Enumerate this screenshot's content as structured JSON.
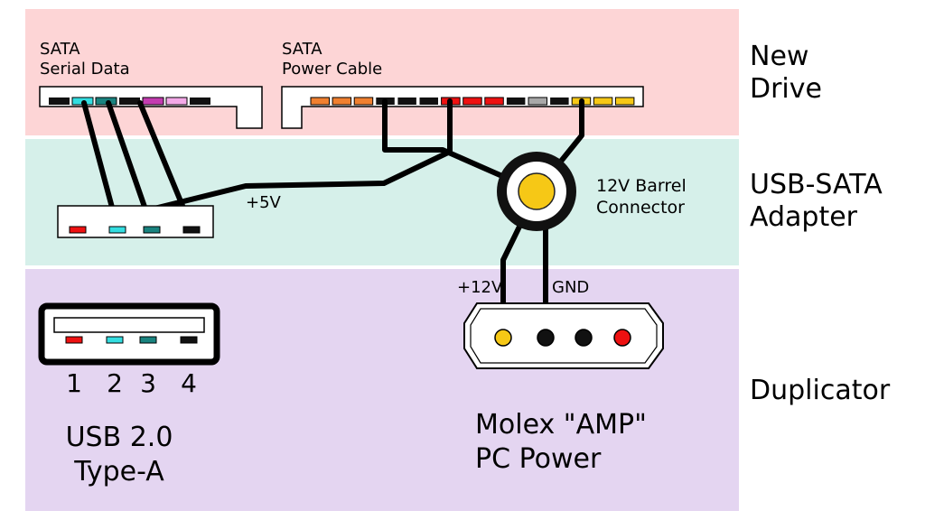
{
  "zones": {
    "new_drive": "New\nDrive",
    "usb_sata_adapter": "USB-SATA\nAdapter",
    "duplicator": "Duplicator"
  },
  "labels": {
    "sata_data": "SATA\nSerial Data",
    "sata_power": "SATA\nPower Cable",
    "barrel": "12V Barrel\nConnector",
    "plus5v": "+5V",
    "plus12v": "+12V",
    "gnd": "GND",
    "usb_type": "USB 2.0\nType-A",
    "molex": "Molex \"AMP\"\nPC Power"
  },
  "usb_pin_numbers": [
    "1",
    "2",
    "3",
    "4"
  ],
  "colors": {
    "drive_zone": "#fdd5d6",
    "adapter_zone": "#d6f0ea",
    "duplicator_zone": "#e4d5f1",
    "black": "#111111",
    "cyan": "#33dde0",
    "teal": "#19837f",
    "magenta": "#c33cb0",
    "pink": "#f4a9e8",
    "orange": "#f08030",
    "red": "#ee1111",
    "gray": "#a8a8a8",
    "yellow": "#f6c816"
  },
  "sata_data_pins": [
    "black",
    "cyan",
    "teal",
    "black",
    "magenta",
    "pink",
    "black"
  ],
  "sata_power_pins": [
    "orange",
    "orange",
    "orange",
    "black",
    "black",
    "black",
    "red",
    "red",
    "red",
    "black",
    "gray",
    "black",
    "yellow",
    "yellow",
    "yellow"
  ],
  "adapter_pins": [
    "red",
    "cyan",
    "teal",
    "black"
  ],
  "usb_pins": [
    "red",
    "cyan",
    "teal",
    "black"
  ],
  "molex_pins": [
    "yellow",
    "black",
    "black",
    "red"
  ]
}
